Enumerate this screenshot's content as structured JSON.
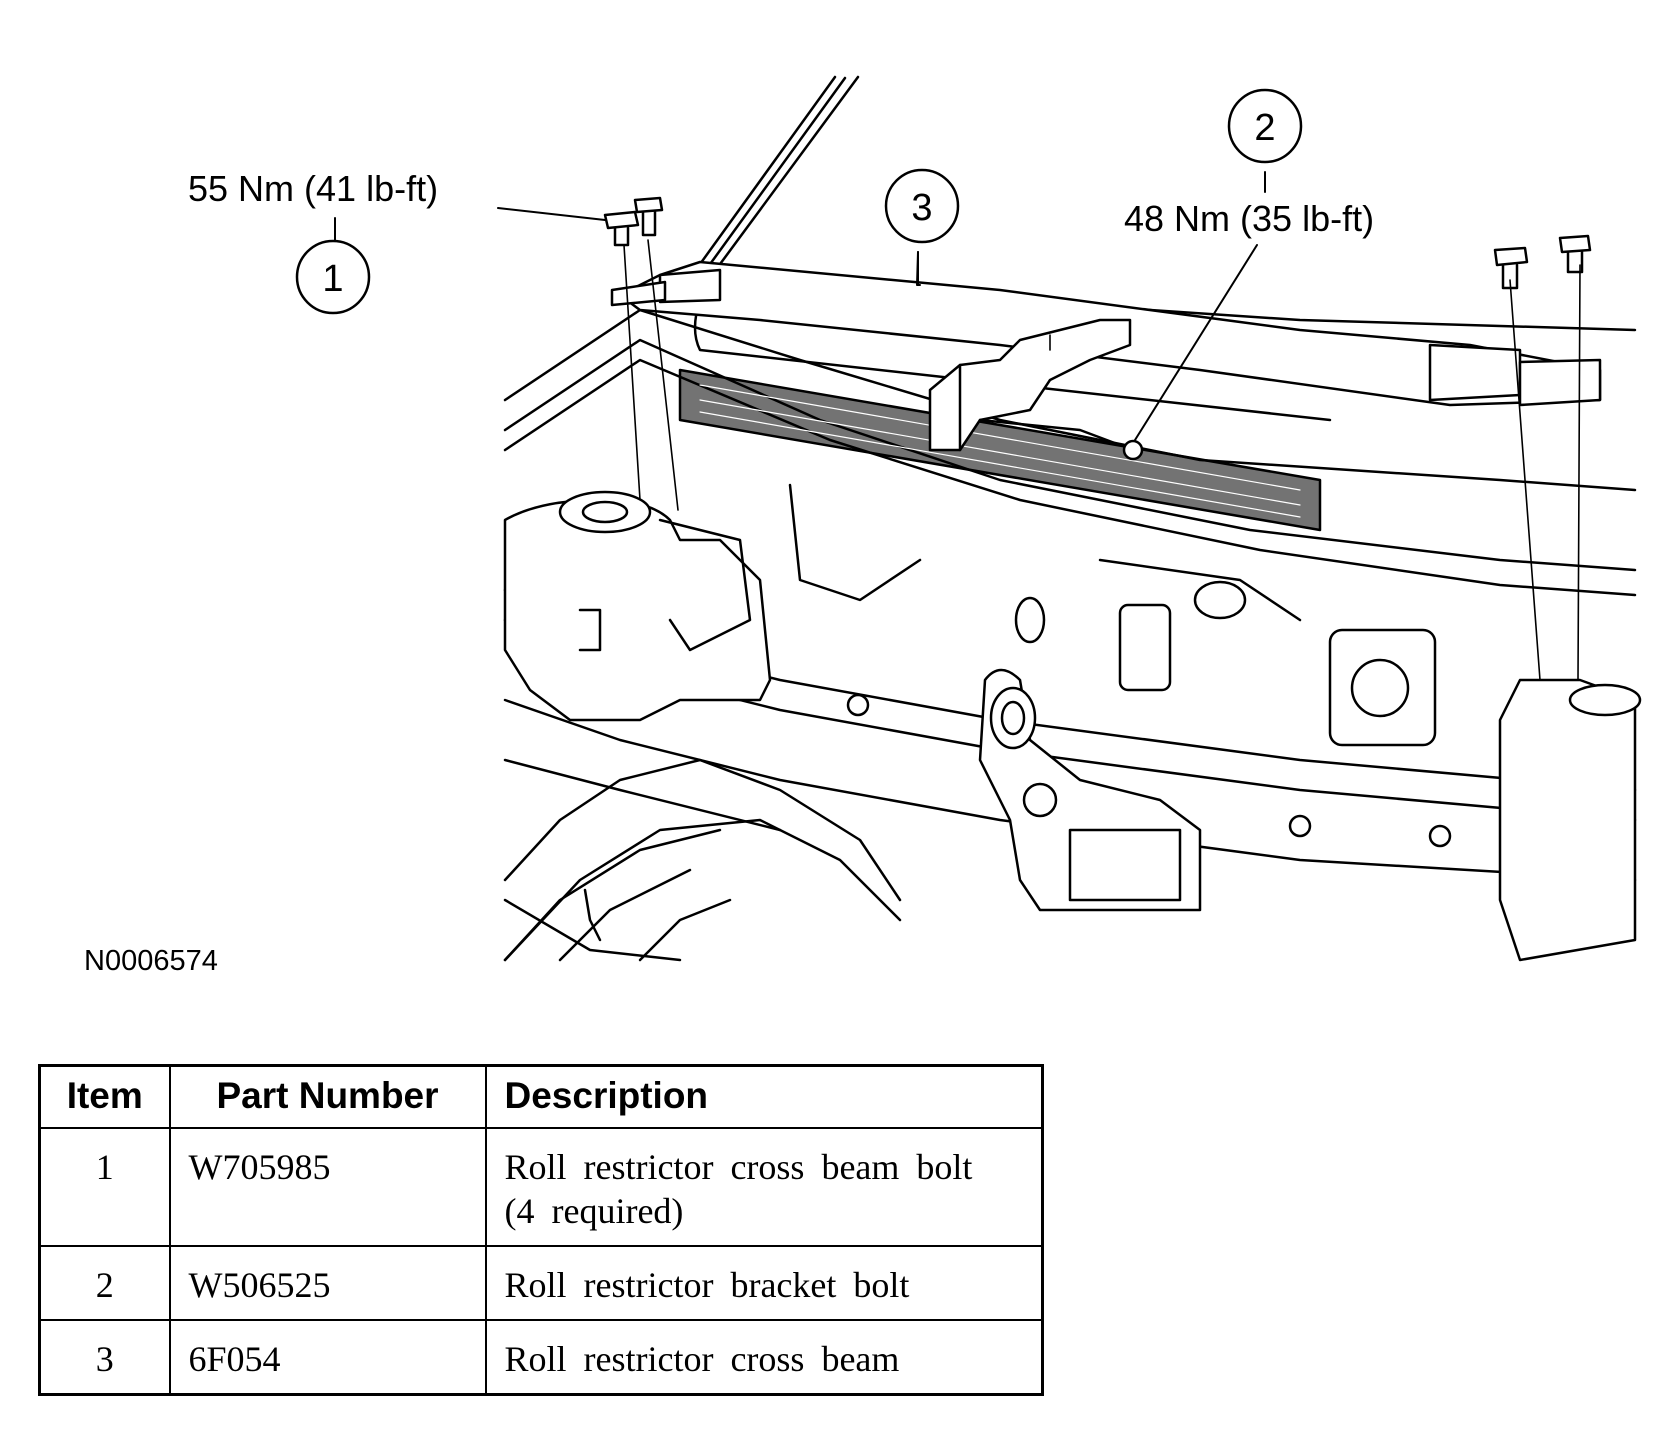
{
  "callouts": [
    {
      "number": "1",
      "torque": "55 Nm (41 lb-ft)"
    },
    {
      "number": "2",
      "torque": "48 Nm (35 lb-ft)"
    },
    {
      "number": "3",
      "torque": ""
    }
  ],
  "figure_id": "N0006574",
  "table": {
    "headers": {
      "item": "Item",
      "part_number": "Part Number",
      "description": "Description"
    },
    "rows": [
      {
        "item": "1",
        "part_number": "W705985",
        "description_line1": "Roll restrictor cross beam bolt",
        "description_line2": "(4 required)"
      },
      {
        "item": "2",
        "part_number": "W506525",
        "description_line1": "Roll restrictor bracket bolt",
        "description_line2": ""
      },
      {
        "item": "3",
        "part_number": "6F054",
        "description_line1": "Roll restrictor cross beam",
        "description_line2": ""
      }
    ]
  }
}
